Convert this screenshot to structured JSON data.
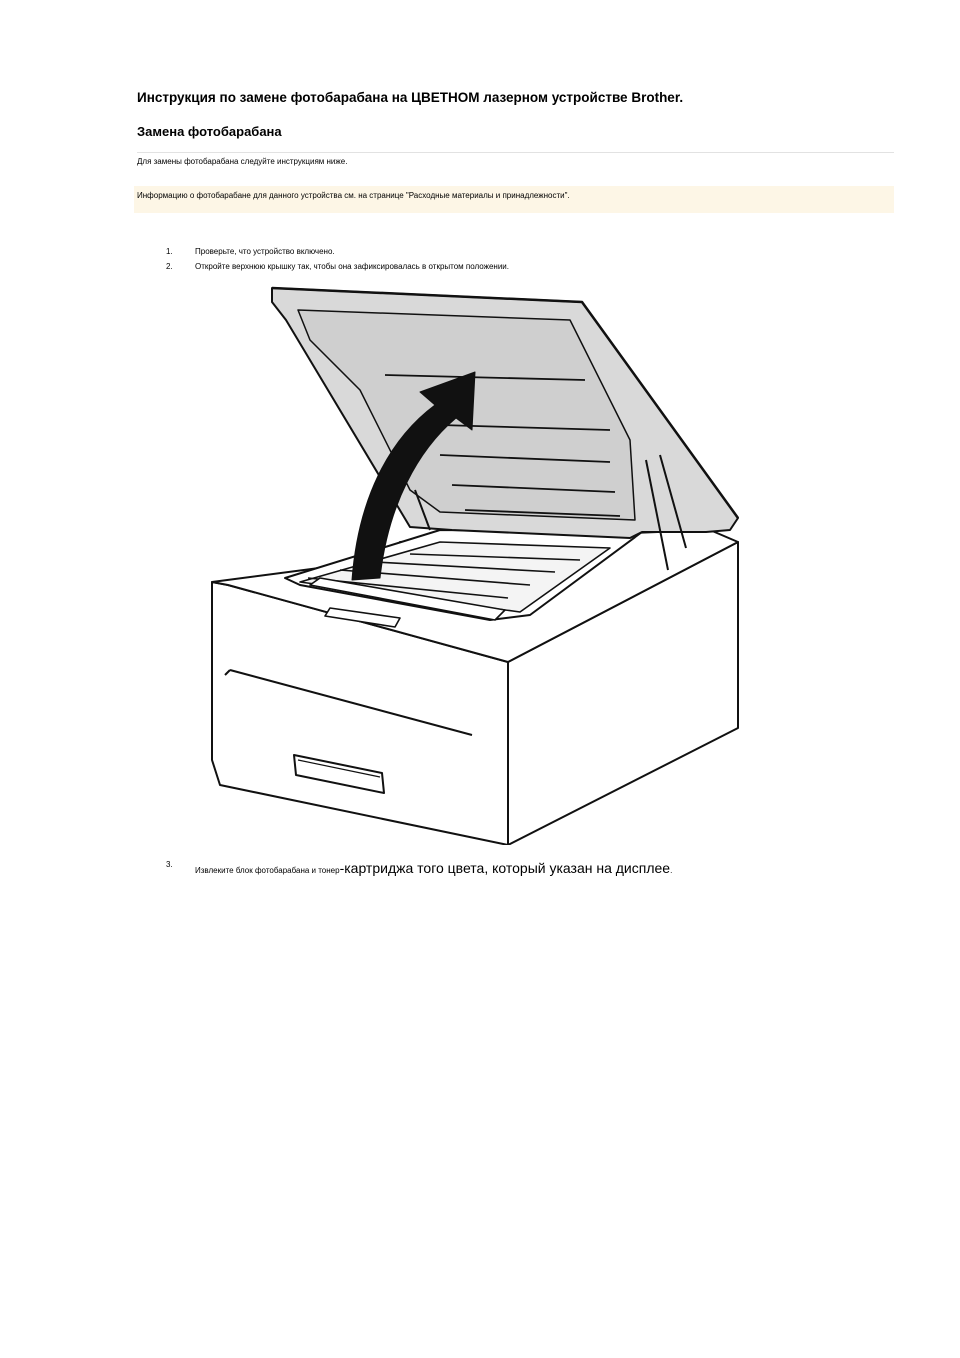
{
  "document": {
    "title": "Инструкция по замене фотобарабана на ЦВЕТНОМ лазерном устройстве Brother.",
    "section_title": "Замена фотобарабана",
    "intro": "Для замены фотобарабана следуйте инструкциям ниже.",
    "note": "Информацию о фотобарабане для данного устройства см. на странице \"Расходные материалы и принадлежности\".",
    "steps": [
      {
        "num": "1.",
        "text": "Проверьте, что устройство включено."
      },
      {
        "num": "2.",
        "text": "Откройте верхнюю крышку так, чтобы она зафиксировалась в открытом положении."
      },
      {
        "num": "3.",
        "text_small_a": "Извлеките блок фотобарабана и тонер",
        "text_large": "-картриджа того цвета, который указан на дисплее",
        "text_small_b": "."
      }
    ],
    "colors": {
      "note_bg": "#fdf6e6",
      "rule": "#e2e2e2"
    }
  }
}
